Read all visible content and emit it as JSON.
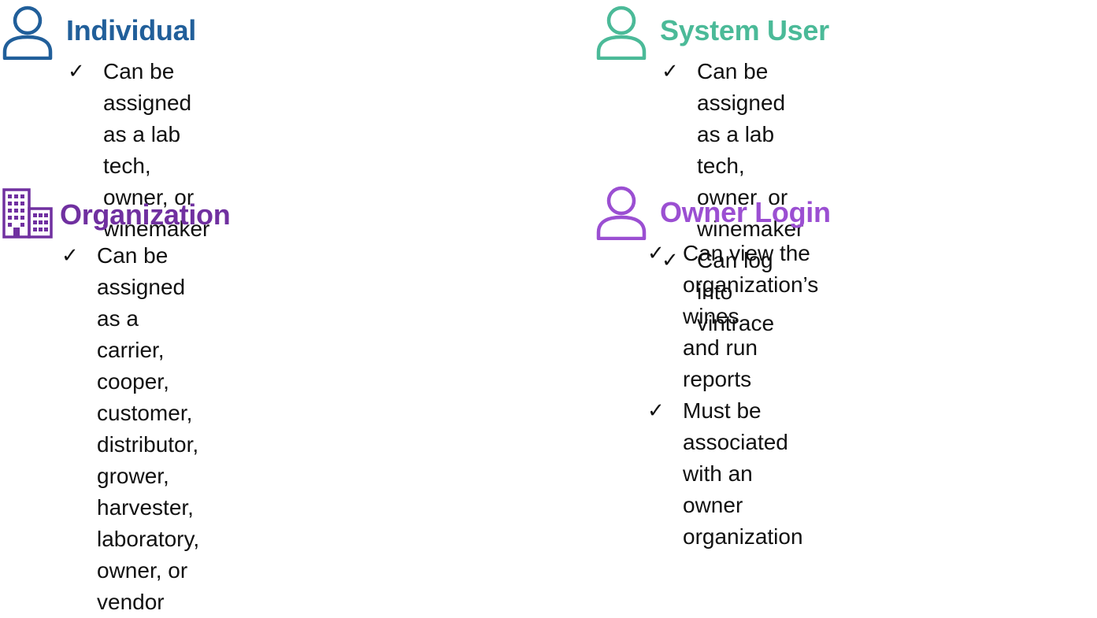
{
  "colors": {
    "individual": "#215F9A",
    "system_user": "#4BBA98",
    "organization": "#7030A0",
    "owner_login": "#9B4FD2",
    "checkmark": "#111111"
  },
  "cards": {
    "individual": {
      "icon": "person-icon",
      "title": "Individual",
      "items": [
        {
          "check": "✓",
          "text": "Can be assigned as a lab tech,\nowner, or winemaker"
        }
      ]
    },
    "system_user": {
      "icon": "person-icon",
      "title": "System User",
      "items": [
        {
          "check": "✓",
          "text": "Can be assigned as a lab tech,\nowner, or winemaker"
        },
        {
          "check": "✓",
          "text": "Can log into vintrace"
        }
      ]
    },
    "organization": {
      "icon": "building-icon",
      "title": "Organization",
      "items": [
        {
          "check": "✓",
          "text": "Can be assigned as a carrier, cooper,\ncustomer, distributor, grower,\nharvester, laboratory, owner, or\nvendor"
        }
      ]
    },
    "owner_login": {
      "icon": "person-icon",
      "title": "Owner Login",
      "items": [
        {
          "check": "✓",
          "text": "Can view the organization’s wines\nand run reports"
        },
        {
          "check": "✓",
          "text": "Must be associated with an owner\norganization"
        }
      ]
    }
  }
}
